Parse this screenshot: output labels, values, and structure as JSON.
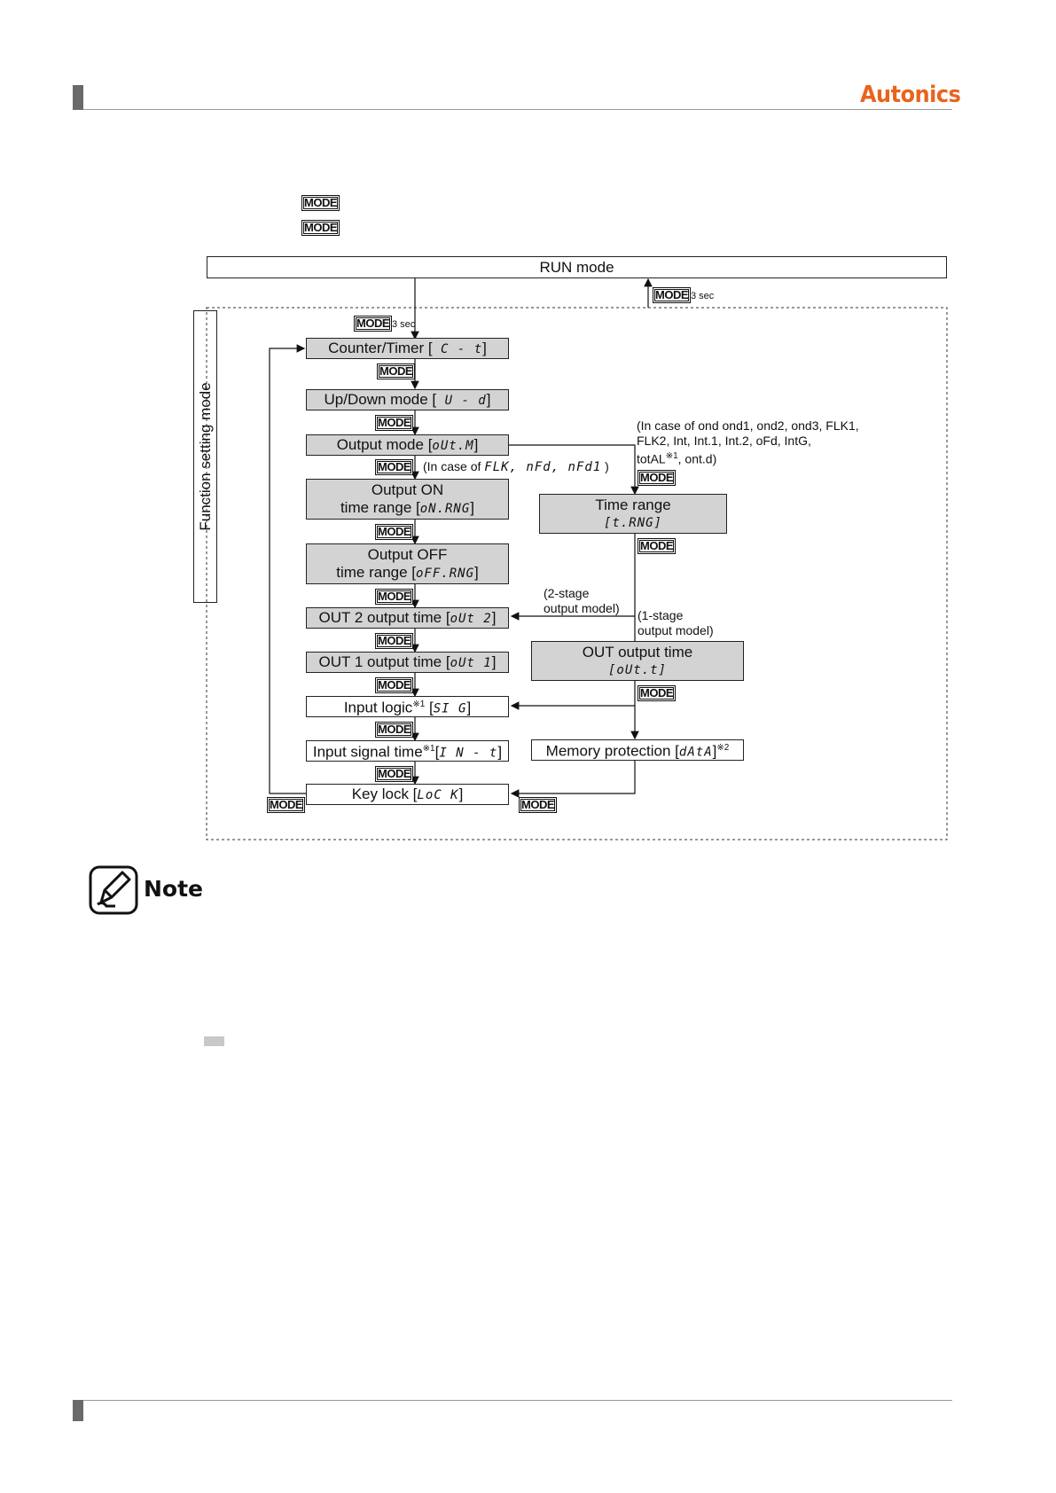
{
  "header": {
    "brand": "Autonics"
  },
  "legend": {
    "mode_key_1": "MODE",
    "mode_key_2": "MODE"
  },
  "diagram": {
    "run_mode": "RUN mode",
    "function_setting_mode": "Function setting mode",
    "mode_key": "MODE",
    "three_sec": "3 sec",
    "counter_timer": {
      "label": "Counter/Timer [",
      "code": " C - t",
      "end": "]"
    },
    "updown": {
      "label": "Up/Down mode [",
      "code": " U - d",
      "end": "]"
    },
    "output_mode": {
      "label": "Output mode [",
      "code": "oUt.M",
      "end": "]"
    },
    "case_ftk": {
      "prefix": "(In case of",
      "codes": "FLK, nFd, nFd1",
      "end": " )"
    },
    "case_ond": {
      "line1": "(In case of ond  ond1, ond2, ond3, FLK1,",
      "line2": "FLK2, Int, Int.1, Int.2, oFd, IntG,",
      "line3": "totAL",
      "line3_sup": "※1",
      "line3_end": ", ont.d)"
    },
    "output_on": {
      "line1": "Output ON",
      "line2": "time range [",
      "code": "oN.RNG",
      "end": "]"
    },
    "output_off": {
      "line1": "Output OFF",
      "line2": "time range [",
      "code": "oFF.RNG",
      "end": "]"
    },
    "time_range": {
      "line1": "Time range",
      "code": "[t.RNG]"
    },
    "two_stage": {
      "line1": "(2-stage",
      "line2": "output model)"
    },
    "one_stage": {
      "line1": "(1-stage",
      "line2": "output model)"
    },
    "out2": {
      "label": "OUT 2 output time [",
      "code": "oUt 2",
      "end": "]"
    },
    "out1": {
      "label": "OUT 1 output time [",
      "code": "oUt 1",
      "end": "]"
    },
    "out_output": {
      "line1": "OUT output time",
      "code": "[oUt.t]"
    },
    "input_logic": {
      "label": "Input logic",
      "sup": "※1",
      "mid": " [",
      "code": "SI G",
      "end": "]"
    },
    "input_signal": {
      "label": "Input signal time",
      "sup": "※1",
      "mid": "[",
      "code": "I N - t",
      "end": "]"
    },
    "memory": {
      "label": "Memory protection [",
      "code": "dAtA",
      "end": "]",
      "sup": "※2"
    },
    "key_lock": {
      "label": "Key lock [",
      "code": "LoC K",
      "end": "]"
    }
  },
  "note": {
    "title": "Note"
  }
}
